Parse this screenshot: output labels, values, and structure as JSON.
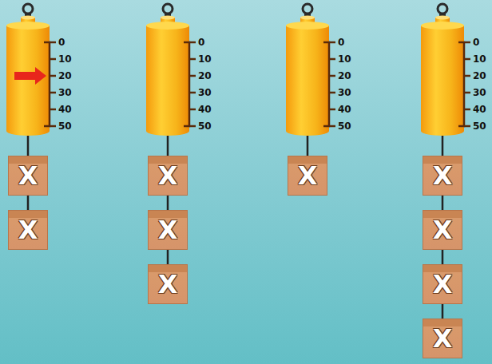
{
  "diagram": {
    "nodes": [
      {
        "text": [
          "X"
        ]
      },
      {
        "text": [
          "X"
        ]
      },
      {
        "text": [
          "X"
        ]
      },
      {
        "text": [
          "X"
        ]
      },
      {
        "text": [
          "X"
        ]
      },
      {
        "text": [
          "X"
        ]
      },
      {
        "text": [
          "X"
        ]
      },
      {
        "text": [
          "X"
        ]
      },
      {
        "text": [
          "X"
        ]
      },
      {
        "text": [
          "X"
        ]
      }
    ],
    "edges": [
      {
        "from": 0,
        "to": 1,
        "arrow": "none"
      },
      {
        "from": 2,
        "to": 3,
        "arrow": "none"
      },
      {
        "from": 3,
        "to": 4,
        "arrow": "none"
      },
      {
        "from": 6,
        "to": 7,
        "arrow": "none"
      },
      {
        "from": 7,
        "to": 8,
        "arrow": "none"
      },
      {
        "from": 8,
        "to": 9,
        "arrow": "none"
      }
    ],
    "labels": [
      "0",
      "10",
      "20",
      "30",
      "40",
      "50",
      "0",
      "10",
      "20",
      "30",
      "40",
      "50",
      "0",
      "10",
      "20",
      "30",
      "40",
      "50",
      "0",
      "10",
      "20",
      "30",
      "40",
      "50"
    ]
  }
}
